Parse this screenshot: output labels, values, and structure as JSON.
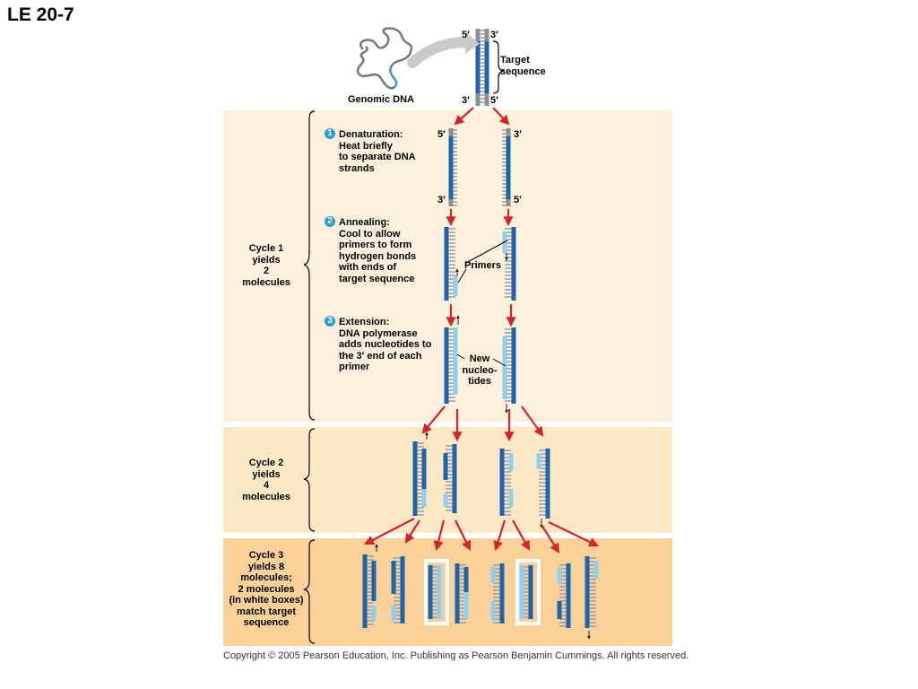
{
  "header": {
    "slide_title": "LE 20-7"
  },
  "top": {
    "genomic_label": "Genomic DNA",
    "target_label": "Target\nsequence"
  },
  "ends": {
    "five": "5′",
    "three": "3′"
  },
  "steps": [
    {
      "num": "1",
      "text": "Denaturation:\nHeat briefly\nto separate DNA\nstrands"
    },
    {
      "num": "2",
      "text": "Annealing:\nCool to allow\nprimers to form\nhydrogen bonds\nwith ends of\ntarget sequence"
    },
    {
      "num": "3",
      "text": "Extension:\nDNA polymerase\nadds nucleotides to\nthe 3′ end of each\nprimer"
    }
  ],
  "callouts": {
    "primers": "Primers",
    "new_nucleotides": "New\nnucleo-\ntides"
  },
  "cycles": [
    {
      "text": "Cycle 1\nyields\n2\nmolecules"
    },
    {
      "text": "Cycle 2\nyields\n4\nmolecules"
    },
    {
      "text": "Cycle 3\nyields 8\nmolecules;\n2 molecules\n(in white boxes)\nmatch target\nsequence"
    }
  ],
  "footer": {
    "copyright": "Copyright © 2005 Pearson Education, Inc. Publishing as Pearson Benjamin Cummings. All rights reserved."
  },
  "colors": {
    "band_light": "#fdf0dc",
    "band_dark": "#fbd19a",
    "dna_dark": "#1f63a8",
    "dna_light": "#8fd0ef",
    "rung": "#9aa3ab",
    "arrow": "#d3242b",
    "badge": "#2a9fd6"
  }
}
